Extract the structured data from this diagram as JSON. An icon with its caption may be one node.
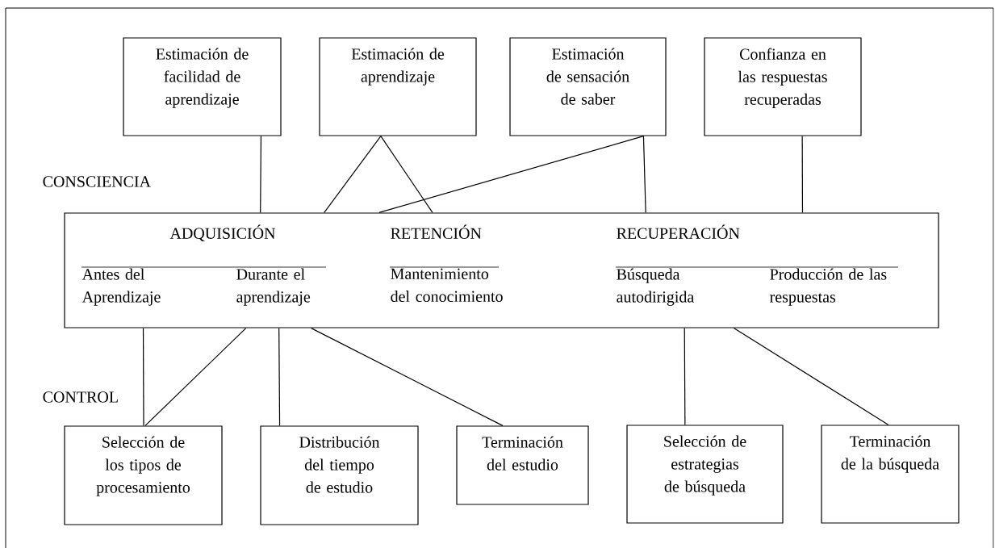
{
  "diagram": {
    "nodes": [
      {
        "text": [
          "Estimación de facilidad de aprendizaje"
        ]
      },
      {
        "text": [
          "Estimación de aprendizaje"
        ]
      },
      {
        "text": [
          "Estimación de sensación de saber"
        ]
      },
      {
        "text": [
          "Confianza en las respuestas recuperadas"
        ]
      },
      {
        "text": [
          "ADQUISICIÓN",
          "RETENCIÓN",
          "RECUPERACIÓN",
          "Antes del Aprendizaje",
          "Durante el aprendizaje",
          "Mantenimiento del conocimiento",
          "Búsqueda autodirigida",
          "Producción de las respuestas"
        ]
      },
      {
        "text": [
          "Selección de los tipos de procesamiento"
        ]
      },
      {
        "text": [
          "Distribución del tiempo de estudio"
        ]
      },
      {
        "text": [
          "Terminación del estudio"
        ]
      },
      {
        "text": [
          "Selección de estrategias de búsqueda"
        ]
      },
      {
        "text": [
          "Terminación de la búsqueda"
        ]
      }
    ],
    "edges": [
      {
        "from": 0,
        "to": 4,
        "arrow": "none"
      },
      {
        "from": 1,
        "to": 4,
        "arrow": "none"
      },
      {
        "from": 1,
        "to": 4,
        "arrow": "none"
      },
      {
        "from": 2,
        "to": 4,
        "arrow": "none"
      },
      {
        "from": 2,
        "to": 4,
        "arrow": "none"
      },
      {
        "from": 3,
        "to": 4,
        "arrow": "none"
      },
      {
        "from": 4,
        "to": 5,
        "arrow": "none"
      },
      {
        "from": 4,
        "to": 5,
        "arrow": "none"
      },
      {
        "from": 4,
        "to": 6,
        "arrow": "none"
      },
      {
        "from": 4,
        "to": 7,
        "arrow": "none"
      },
      {
        "from": 4,
        "to": 8,
        "arrow": "none"
      },
      {
        "from": 4,
        "to": 9,
        "arrow": "none"
      }
    ],
    "labels": [
      "CONSCIENCIA",
      "CONTROL"
    ]
  }
}
